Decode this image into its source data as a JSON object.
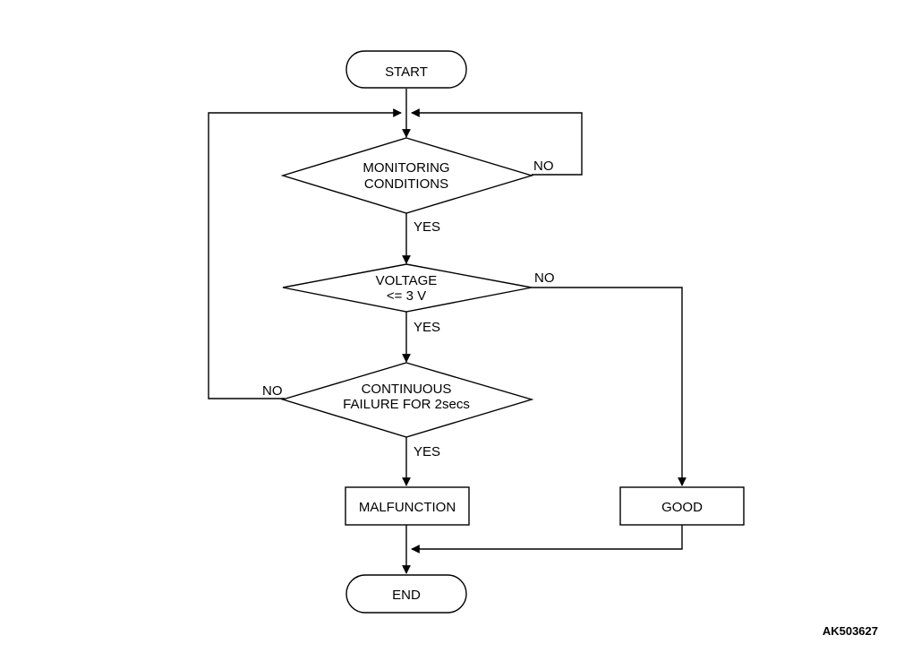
{
  "flowchart": {
    "start": "START",
    "decision1": {
      "line1": "MONITORING",
      "line2": "CONDITIONS",
      "yes": "YES",
      "no": "NO"
    },
    "decision2": {
      "line1": "VOLTAGE",
      "line2": "<= 3 V",
      "yes": "YES",
      "no": "NO"
    },
    "decision3": {
      "line1": "CONTINUOUS",
      "line2": "FAILURE FOR 2secs",
      "yes": "YES",
      "no": "NO"
    },
    "malfunction": "MALFUNCTION",
    "good": "GOOD",
    "end": "END"
  },
  "figure_code": "AK503627"
}
